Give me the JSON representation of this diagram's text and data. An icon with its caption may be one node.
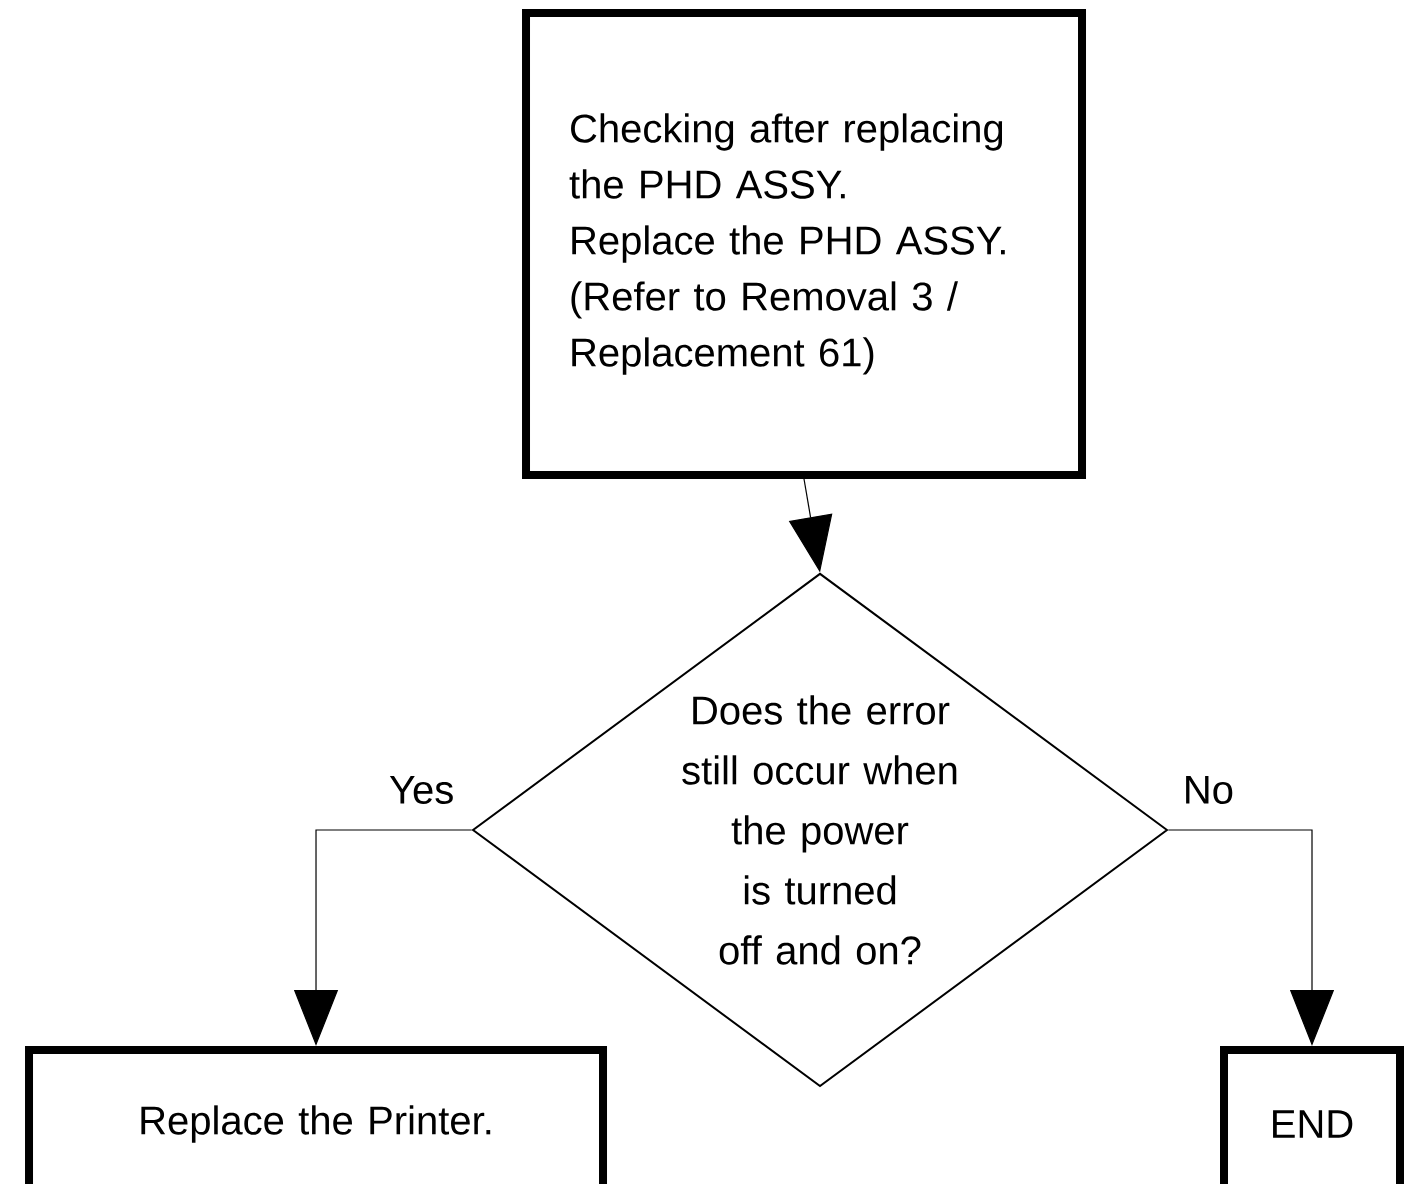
{
  "diagram": {
    "nodes": [
      {
        "text": [
          "Checking after replacing the PHD ASSY.",
          "Replace the PHD ASSY. (Refer to Removal 3 / Replacement 61)"
        ]
      },
      {
        "text": [
          "Does the error still occur when the power is turned off and on?"
        ]
      },
      {
        "text": [
          "Replace the Printer."
        ]
      },
      {
        "text": [
          "END"
        ]
      }
    ],
    "edges": [
      {
        "from": 0,
        "to": 1,
        "arrow": "to"
      },
      {
        "from": 1,
        "to": 2,
        "arrow": "to",
        "label": "Yes"
      },
      {
        "from": 1,
        "to": 3,
        "arrow": "to",
        "label": "No"
      }
    ]
  }
}
